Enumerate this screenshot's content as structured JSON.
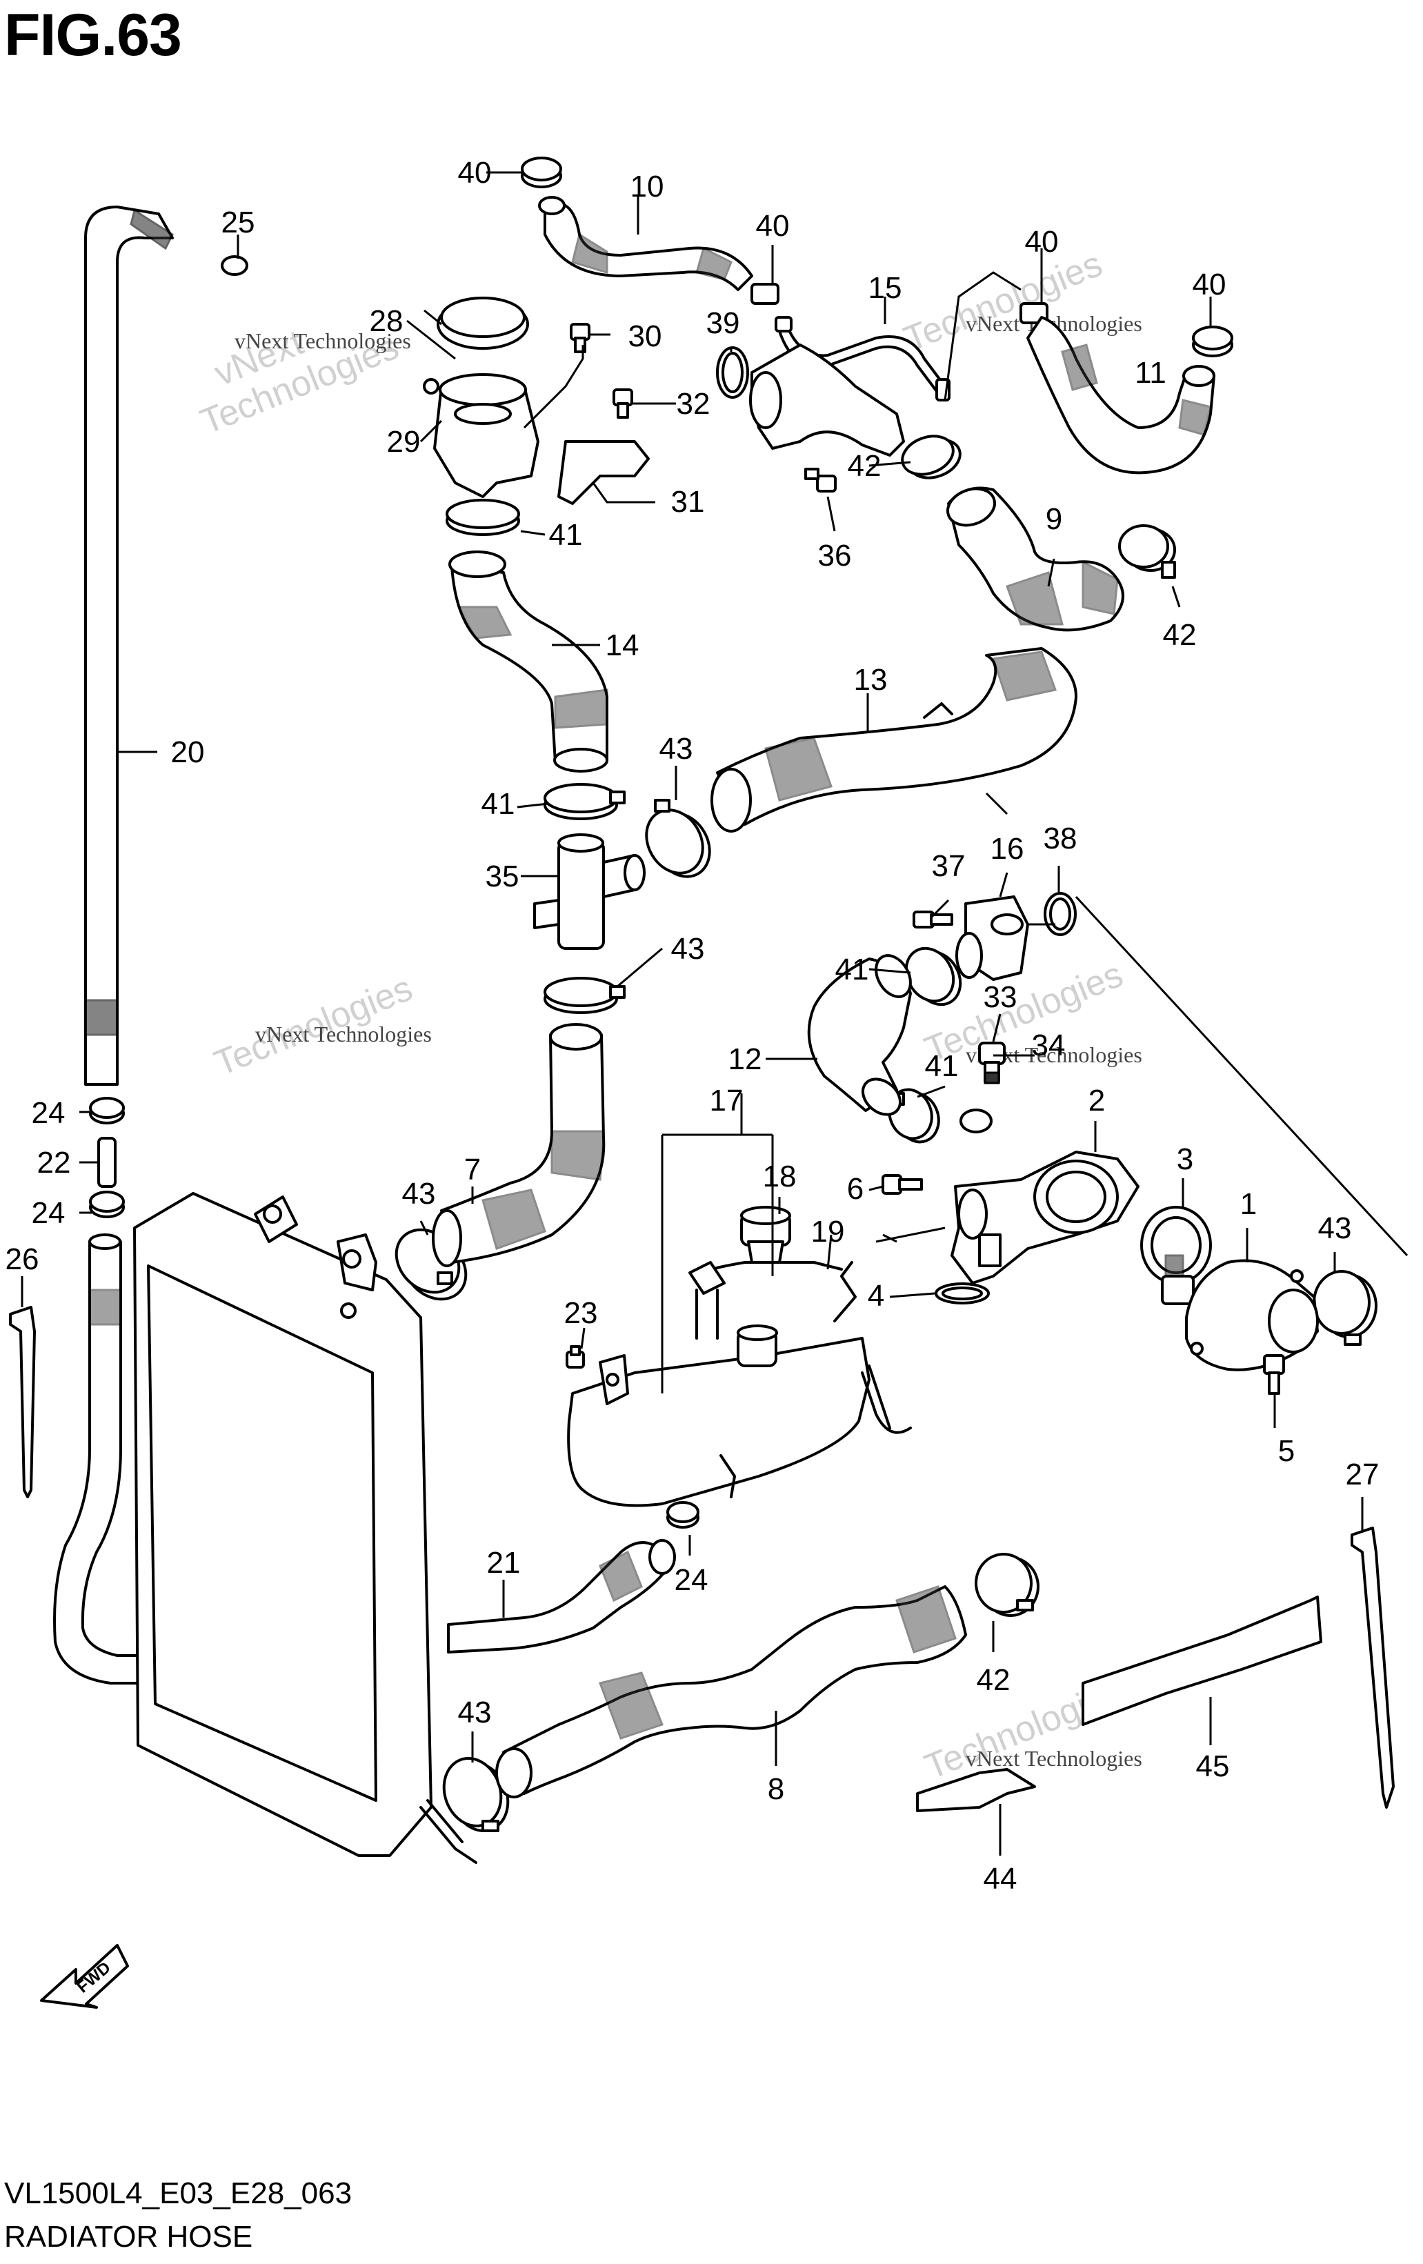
{
  "figure": {
    "title": "FIG.63",
    "code": "VL1500L4_E03_E28_063",
    "caption": "RADIATOR HOSE",
    "fwd_label": "FWD"
  },
  "watermark": {
    "line1": "vNext Technologies",
    "line2a": "vNext",
    "line2b": "Technologies"
  },
  "callouts": {
    "n1": "1",
    "n2": "2",
    "n3": "3",
    "n4": "4",
    "n5": "5",
    "n6": "6",
    "n7": "7",
    "n8": "8",
    "n9": "9",
    "n10": "10",
    "n11": "11",
    "n12": "12",
    "n13": "13",
    "n14": "14",
    "n15": "15",
    "n16": "16",
    "n17": "17",
    "n18": "18",
    "n19": "19",
    "n20": "20",
    "n21": "21",
    "n22": "22",
    "n23": "23",
    "n24": "24",
    "n25": "25",
    "n26": "26",
    "n27": "27",
    "n28": "28",
    "n29": "29",
    "n30": "30",
    "n31": "31",
    "n32": "32",
    "n33": "33",
    "n34": "34",
    "n35": "35",
    "n36": "36",
    "n37": "37",
    "n38": "38",
    "n39": "39",
    "n40": "40",
    "n41": "41",
    "n42": "42",
    "n43": "43",
    "n44": "44",
    "n45": "45"
  }
}
